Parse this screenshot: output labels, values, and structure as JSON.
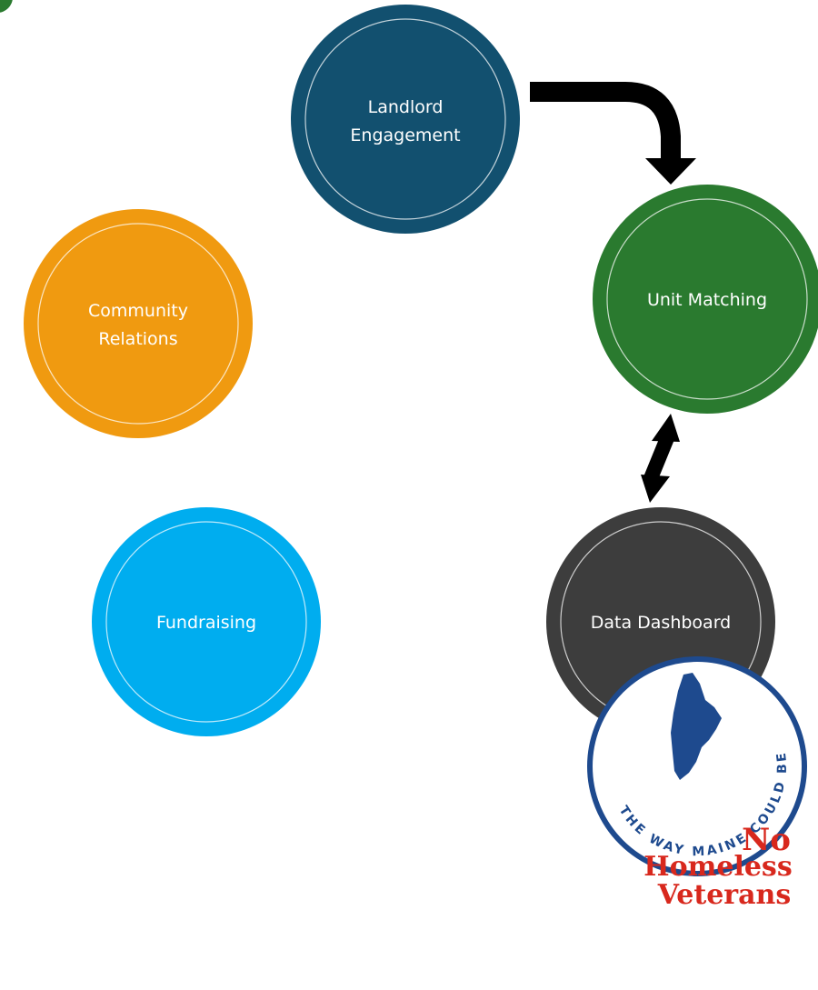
{
  "nodes": [
    {
      "id": "landlord",
      "lines": [
        "Landlord",
        "Engagement"
      ],
      "color": "#12506f"
    },
    {
      "id": "unit",
      "lines": [
        "Unit Matching"
      ],
      "color": "#2a7a2f"
    },
    {
      "id": "community",
      "lines": [
        "Community",
        "Relations"
      ],
      "color": "#f09a10"
    },
    {
      "id": "data",
      "lines": [
        "Data Dashboard"
      ],
      "color": "#3d3d3d"
    },
    {
      "id": "fundraising",
      "lines": [
        "Fundraising"
      ],
      "color": "#00adef"
    }
  ],
  "arrows": [
    {
      "from": "landlord",
      "to": "unit",
      "direction": "one-way"
    },
    {
      "from": "unit",
      "to": "data",
      "direction": "two-way"
    }
  ],
  "logo": {
    "title_lines": [
      "No",
      "Homeless",
      "Veterans"
    ],
    "ring_text": "THE WAY MAINE COULD BE",
    "ring_color": "#1e4a8e",
    "title_color": "#d8281d"
  }
}
